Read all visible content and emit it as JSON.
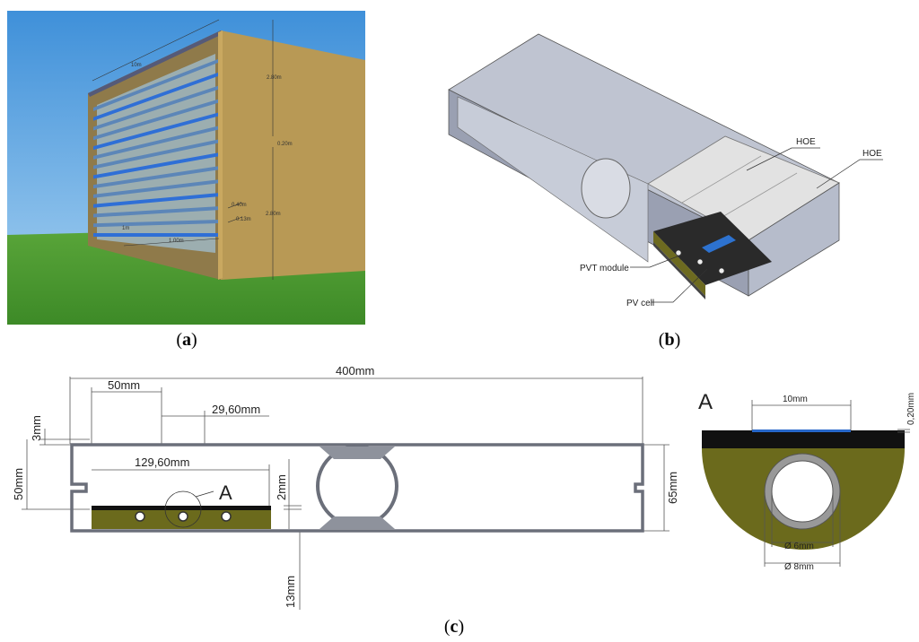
{
  "panels": {
    "a": {
      "caption_open": "(",
      "caption_letter": "a",
      "caption_close": ")",
      "dims": {
        "length": "10m",
        "h_top": "2.80m",
        "gap": "0.20m",
        "h_bot": "2.80m",
        "slat_a": "0.40m",
        "slat_b": "0.13m",
        "width": "1.00m",
        "bottom_small": "1m"
      }
    },
    "b": {
      "caption_open": "(",
      "caption_letter": "b",
      "caption_close": ")",
      "labels": {
        "hoe1": "HOE",
        "hoe2": "HOE",
        "pvt": "PVT module",
        "pv": "PV cell"
      }
    },
    "c": {
      "caption_open": "(",
      "caption_letter": "c",
      "caption_close": ")",
      "dims": {
        "total": "400mm",
        "d50": "50mm",
        "d2960": "29,60mm",
        "d3": "3mm",
        "d12960": "129,60mm",
        "d2": "2mm",
        "d50v": "50mm",
        "d65": "65mm",
        "d13": "13mm",
        "detail_ref": "A"
      },
      "detail": {
        "letter": "A",
        "d10": "10mm",
        "d020": "0,20mm",
        "d6": "Ø 6mm",
        "d8": "Ø 8mm"
      }
    }
  },
  "colors": {
    "sky": "#6fb2e6",
    "grass": "#4f9a33",
    "wall": "#b08d4a",
    "metal": "#a6acbd",
    "hoe": "#d9d9d9",
    "pvt_dark": "#2b2b2b",
    "olive": "#6b6a1c",
    "blue_cell": "#2767c9"
  }
}
